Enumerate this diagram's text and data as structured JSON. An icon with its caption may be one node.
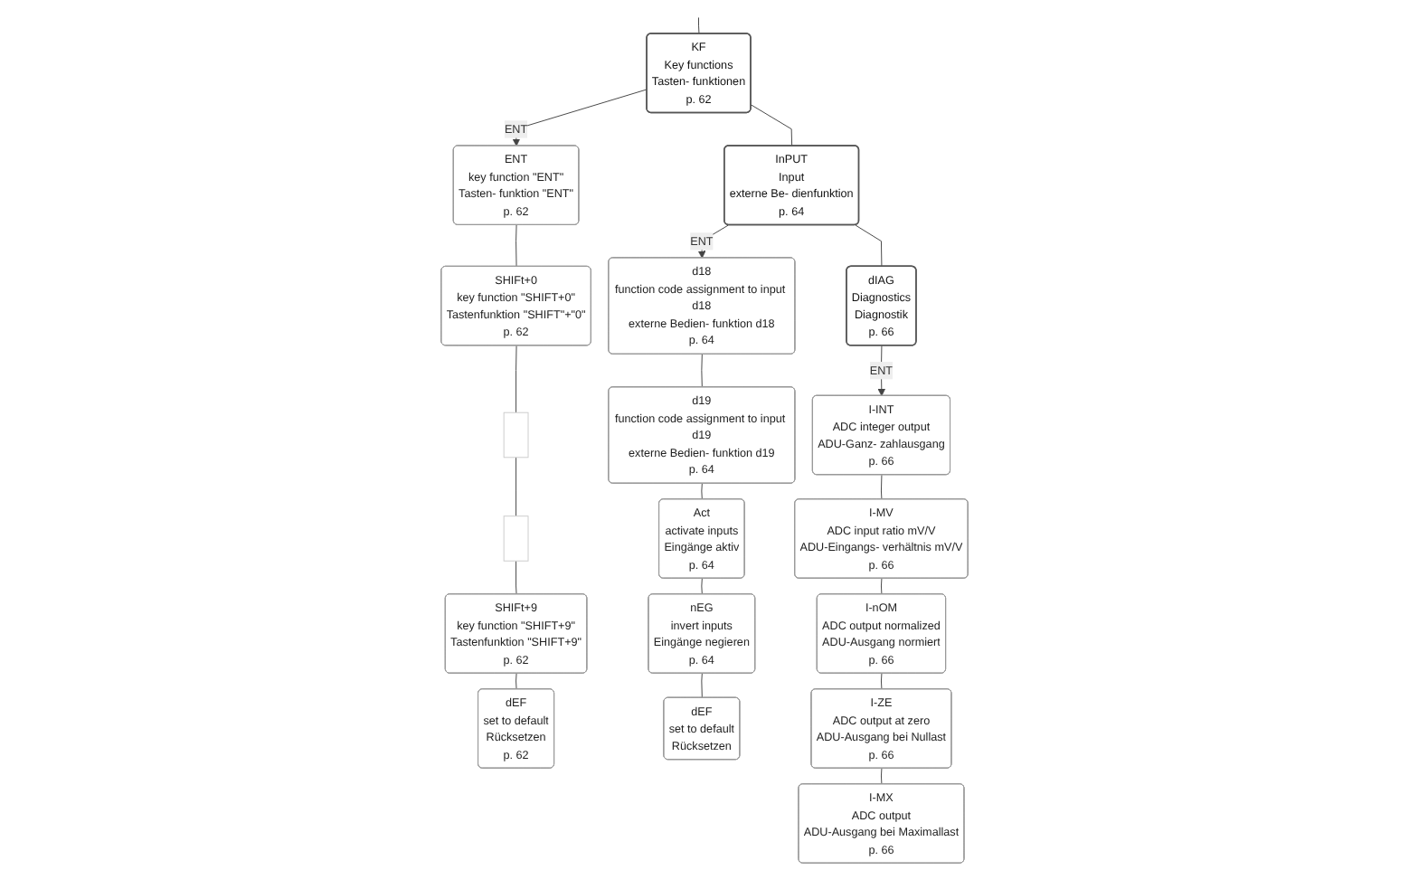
{
  "diagram": {
    "nodes": [
      {
        "text": [
          "KF",
          "Key functions",
          "Tasten- funktionen",
          "p. 62"
        ]
      },
      {
        "text": [
          "ENT",
          "key function \"ENT\"",
          "Tasten- funktion \"ENT\"",
          "p. 62"
        ]
      },
      {
        "text": [
          "SHIFt+0",
          "key function \"SHIFT+0\"",
          "Tastenfunktion \"SHIFT\"+\"0\"",
          "p. 62"
        ]
      },
      {
        "text": [],
        "shape": "box"
      },
      {
        "text": [],
        "shape": "box"
      },
      {
        "text": [
          "SHIFt+9",
          "key function \"SHIFT+9\"",
          "Tastenfunktion \"SHIFT+9\"",
          "p. 62"
        ]
      },
      {
        "text": [
          "dEF",
          "set to default",
          "Rücksetzen",
          "p. 62"
        ]
      },
      {
        "text": [
          "InPUT",
          "Input",
          "externe Be- dienfunktion",
          "p. 64"
        ]
      },
      {
        "text": [
          "d18",
          "function code assignment to input d18",
          "externe Bedien- funktion d18",
          "p. 64"
        ]
      },
      {
        "text": [
          "d19",
          "function code assignment to input d19",
          "externe Bedien- funktion d19",
          "p. 64"
        ]
      },
      {
        "text": [
          "Act",
          "activate inputs",
          "Eingänge aktiv",
          "p. 64"
        ]
      },
      {
        "text": [
          "nEG",
          "invert inputs",
          "Eingänge negieren",
          "p. 64"
        ]
      },
      {
        "text": [
          "dEF",
          "set to default",
          "Rücksetzen"
        ]
      },
      {
        "text": [
          "dIAG",
          "Diagnostics",
          "Diagnostik",
          "p. 66"
        ]
      },
      {
        "text": [
          "I-INT",
          "ADC integer output",
          "ADU-Ganz- zahlausgang",
          "p. 66"
        ]
      },
      {
        "text": [
          "I-MV",
          "ADC input ratio mV/V",
          "ADU-Eingangs- verhältnis mV/V",
          "p. 66"
        ]
      },
      {
        "text": [
          "I-nOM",
          "ADC output normalized",
          "ADU-Ausgang normiert",
          "p. 66"
        ]
      },
      {
        "text": [
          "I-ZE",
          "ADC output at zero",
          "ADU-Ausgang bei Nullast",
          "p. 66"
        ]
      },
      {
        "text": [
          "I-MX",
          "ADC output",
          "ADU-Ausgang bei Maximallast",
          "p. 66"
        ]
      }
    ],
    "edges": [
      {
        "from": null,
        "to": 0,
        "arrow": "none"
      },
      {
        "from": 0,
        "to": 7,
        "arrow": "none"
      },
      {
        "from": 7,
        "to": 13,
        "arrow": "none"
      },
      {
        "from": 0,
        "to": 1,
        "arrow": "to",
        "label": "ENT"
      },
      {
        "from": 1,
        "to": 2,
        "arrow": "none"
      },
      {
        "from": 2,
        "to": 3,
        "arrow": "none"
      },
      {
        "from": 3,
        "to": 4,
        "arrow": "none"
      },
      {
        "from": 4,
        "to": 5,
        "arrow": "none"
      },
      {
        "from": 5,
        "to": 6,
        "arrow": "none"
      },
      {
        "from": 7,
        "to": 8,
        "arrow": "to",
        "label": "ENT"
      },
      {
        "from": 8,
        "to": 9,
        "arrow": "none"
      },
      {
        "from": 9,
        "to": 10,
        "arrow": "none"
      },
      {
        "from": 10,
        "to": 11,
        "arrow": "none"
      },
      {
        "from": 11,
        "to": 12,
        "arrow": "none"
      },
      {
        "from": 13,
        "to": 14,
        "arrow": "to",
        "label": "ENT"
      },
      {
        "from": 14,
        "to": 15,
        "arrow": "none"
      },
      {
        "from": 15,
        "to": 16,
        "arrow": "none"
      },
      {
        "from": 16,
        "to": 17,
        "arrow": "none"
      },
      {
        "from": 17,
        "to": 18,
        "arrow": "none"
      }
    ]
  }
}
